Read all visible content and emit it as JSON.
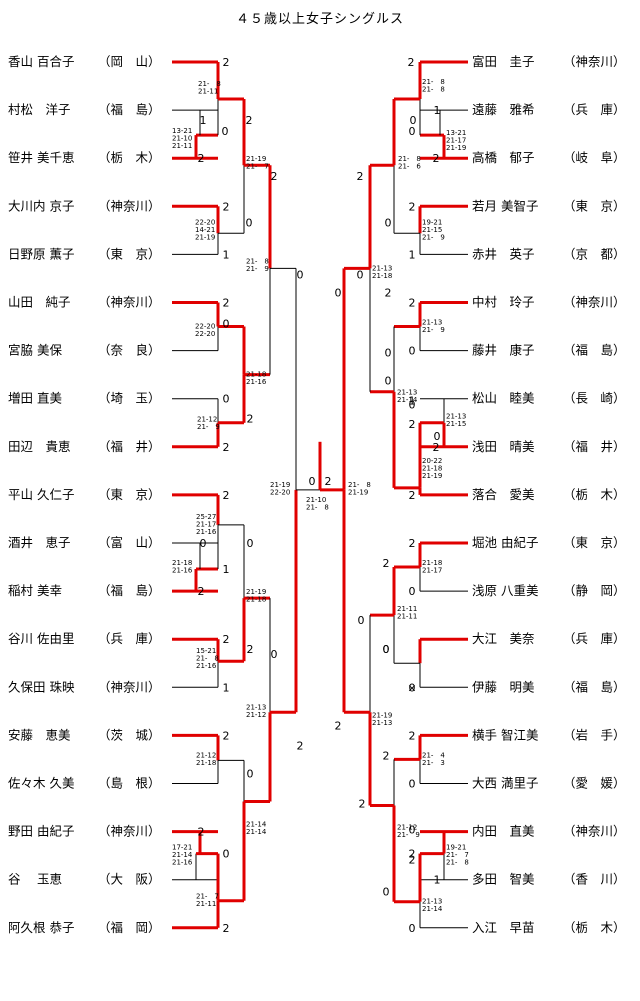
{
  "title": "４５歳以上女子シングルス",
  "colors": {
    "winner_line": "#e00000",
    "line": "#000000"
  },
  "left_players": [
    {
      "name": "香山 百合子",
      "pref": "（岡　山）"
    },
    {
      "name": "村松　洋子",
      "pref": "（福　島）"
    },
    {
      "name": "笹井 美千恵",
      "pref": "（栃　木）"
    },
    {
      "name": "大川内 京子",
      "pref": "（神奈川）"
    },
    {
      "name": "日野原 薫子",
      "pref": "（東　京）"
    },
    {
      "name": "山田　純子",
      "pref": "（神奈川）"
    },
    {
      "name": "宮脇 美保",
      "pref": "（奈　良）"
    },
    {
      "name": "増田 直美",
      "pref": "（埼　玉）"
    },
    {
      "name": "田辺　貴恵",
      "pref": "（福　井）"
    },
    {
      "name": "平山 久仁子",
      "pref": "（東　京）"
    },
    {
      "name": "酒井　恵子",
      "pref": "（富　山）"
    },
    {
      "name": "稲村 美幸",
      "pref": "（福　島）"
    },
    {
      "name": "谷川 佐由里",
      "pref": "（兵　庫）"
    },
    {
      "name": "久保田 珠映",
      "pref": "（神奈川）"
    },
    {
      "name": "安藤　恵美",
      "pref": "（茨　城）"
    },
    {
      "name": "佐々木 久美",
      "pref": "（島　根）"
    },
    {
      "name": "野田 由紀子",
      "pref": "（神奈川）"
    },
    {
      "name": "谷　 玉恵",
      "pref": "（大　阪）"
    },
    {
      "name": "阿久根 恭子",
      "pref": "（福　岡）"
    }
  ],
  "right_players": [
    {
      "name": "富田　圭子",
      "pref": "（神奈川）"
    },
    {
      "name": "遠藤　雅希",
      "pref": "（兵　庫）"
    },
    {
      "name": "高橋　郁子",
      "pref": "（岐　阜）"
    },
    {
      "name": "若月 美智子",
      "pref": "（東　京）"
    },
    {
      "name": "赤井　英子",
      "pref": "（京　都）"
    },
    {
      "name": "中村　玲子",
      "pref": "（神奈川）"
    },
    {
      "name": "藤井　康子",
      "pref": "（福　島）"
    },
    {
      "name": "松山　睦美",
      "pref": "（長　崎）"
    },
    {
      "name": "浅田　晴美",
      "pref": "（福　井）"
    },
    {
      "name": "落合　愛美",
      "pref": "（栃　木）"
    },
    {
      "name": "堀池 由紀子",
      "pref": "（東　京）"
    },
    {
      "name": "浅原 八重美",
      "pref": "（静　岡）"
    },
    {
      "name": "大江　美奈",
      "pref": "（兵　庫）"
    },
    {
      "name": "伊藤　明美",
      "pref": "（福　島）"
    },
    {
      "name": "横手 智江美",
      "pref": "（岩　手）"
    },
    {
      "name": "大西 満里子",
      "pref": "（愛　媛）"
    },
    {
      "name": "内田　直美",
      "pref": "（神奈川）"
    },
    {
      "name": "多田　智美",
      "pref": "（香　川）"
    },
    {
      "name": "入江　早苗",
      "pref": "（栃　木）"
    }
  ],
  "labels": {
    "n0": "2",
    "n1": "1",
    "n2": "0",
    "n3": "2",
    "n4": "2",
    "n5": "0",
    "n6": "2",
    "n7": "1",
    "n8": "2",
    "n9": "0",
    "n10": "0",
    "n11": "2",
    "n12": "2",
    "n13": "0",
    "n14": "2",
    "n15": "2",
    "n16": "0",
    "n17": "0",
    "n18": "1",
    "n19": "2",
    "n20": "2",
    "n21": "2",
    "n22": "0",
    "n23": "2",
    "n24": "1",
    "n25": "2",
    "n26": "0",
    "n27": "0",
    "n28": "2",
    "n29": "2",
    "n30": "0",
    "n31": "2",
    "n32": "0",
    "n33": "2",
    "n34": "2",
    "n35": "0",
    "n36": "1",
    "n37": "2",
    "n38": "0",
    "n39": "2",
    "n40": "0",
    "n41": "2",
    "n42": "0",
    "n43": "0",
    "n44": "2",
    "m0": "2",
    "m1": "0",
    "m2": "1",
    "m3": "0",
    "m4": "2",
    "m5": "2",
    "m6": "0",
    "m7": "2",
    "m8": "1",
    "m9": "0",
    "m10": "2",
    "m11": "0",
    "m12": "0",
    "m13": "2",
    "m14": "0",
    "m15": "2",
    "m16": "0",
    "m17": "1",
    "m18": "2",
    "m19": "2",
    "m20": "0",
    "m21": "0",
    "m22": "2",
    "m23": "0",
    "m24": "0",
    "m25": "2",
    "m26": "0",
    "m27": "2",
    "m28": "0",
    "m29": "2",
    "m30": "0",
    "m31": "2",
    "m32": "0",
    "m33": "2",
    "m34": "0",
    "m35": "1",
    "m36": "2",
    "m37": "0",
    "m38": "0",
    "m39": "2",
    "m40": "2",
    "m41": "0",
    "m42": "2",
    "m43": "0",
    "x0": "0",
    "x1": "2",
    "wo": "×"
  },
  "scores": {
    "a0": "21-　8\n21-11",
    "a1": "13-21\n21-10\n21-11",
    "a2": "21-19\n21-　7",
    "a3": "22-20\n14-21\n21-19",
    "a4": "21-　8\n21-　9",
    "a5": "22-20\n22-20",
    "a6": "21-18\n21-16",
    "a7": "21-12\n21-　9",
    "a8": "21-19\n22-20",
    "a9": "25-27\n21-17\n21-16",
    "a10": "21-18\n21-16",
    "a11": "21-19\n21-18",
    "a12": "15-21\n21-　8\n21-16",
    "a13": "21-13\n21-12",
    "a14": "21-12\n21-18",
    "a15": "21-14\n21-14",
    "a16": "17-21\n21-14\n21-16",
    "a17": "21-　7\n21-11",
    "a18": "21-10\n21-　8",
    "b0": "21-　8\n21-　8",
    "b1": "13-21\n21-17\n21-19",
    "b2": "21-　8\n21-　6",
    "b3": "19-21\n21-15\n21-　9",
    "b4": "21-13\n21-18",
    "b5": "21-13\n21-　9",
    "b6": "21-13\n21-14",
    "b7": "21-13\n21-15",
    "b8": "20-22\n21-18\n21-19",
    "b9": "21-　8\n21-19",
    "b10": "21-18\n21-17",
    "b11": "21-11\n21-11",
    "b12": "21-19\n21-13",
    "b13": "21-　4\n21-　3",
    "b14": "21-12\n21-　9",
    "b15": "19-21\n21-　7\n21-　8",
    "b16": "21-13\n21-14"
  }
}
